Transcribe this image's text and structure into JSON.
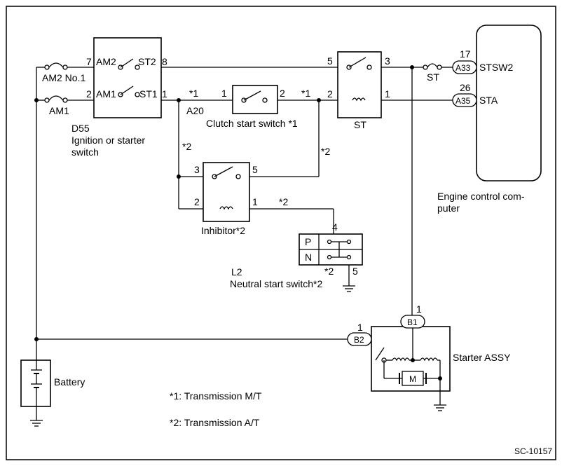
{
  "labels": {
    "am2_no1": "AM2 No.1",
    "am1": "AM1",
    "d55": "D55",
    "switch_line1": "Ignition or starter",
    "switch_line2": "switch",
    "am2_pin": "7",
    "am2_term": "AM2",
    "st2_term": "ST2",
    "st2_pin": "8",
    "am1_pin": "2",
    "am1_term": "AM1",
    "st1_term": "ST1",
    "st1_pin": "1",
    "star1_a": "*1",
    "a20": "A20",
    "clutch_pin1": "1",
    "clutch_pin2": "2",
    "star1_b": "*1",
    "clutch_name": "Clutch start switch *1",
    "st_pin5": "5",
    "st_pin3": "3",
    "st_pin2": "2",
    "st_pin1": "1",
    "st_relay": "ST",
    "st_fuse": "ST",
    "pin17": "17",
    "a33": "A33",
    "stsw2": "STSW2",
    "pin26": "26",
    "a35": "A35",
    "sta": "STA",
    "ecu_line1": "Engine control com-",
    "ecu_line2": "puter",
    "star2_a": "*2",
    "star2_b": "*2",
    "inh_pin3": "3",
    "inh_pin5": "5",
    "inh_pin2": "2",
    "inh_pin1": "1",
    "inhibitor": "Inhibitor*2",
    "star2_c": "*2",
    "nss_pin4": "4",
    "p": "P",
    "n": "N",
    "l2": "L2",
    "star2_d": "*2",
    "nss_pin5": "5",
    "nss_name": "Neutral start switch*2",
    "b1_pin": "1",
    "b1": "B1",
    "b2_pin": "1",
    "b2": "B2",
    "starter": "Starter ASSY",
    "m": "M",
    "battery": "Battery",
    "note1": "*1: Transmission M/T",
    "note2": "*2: Transmission A/T",
    "code": "SC-10157"
  }
}
